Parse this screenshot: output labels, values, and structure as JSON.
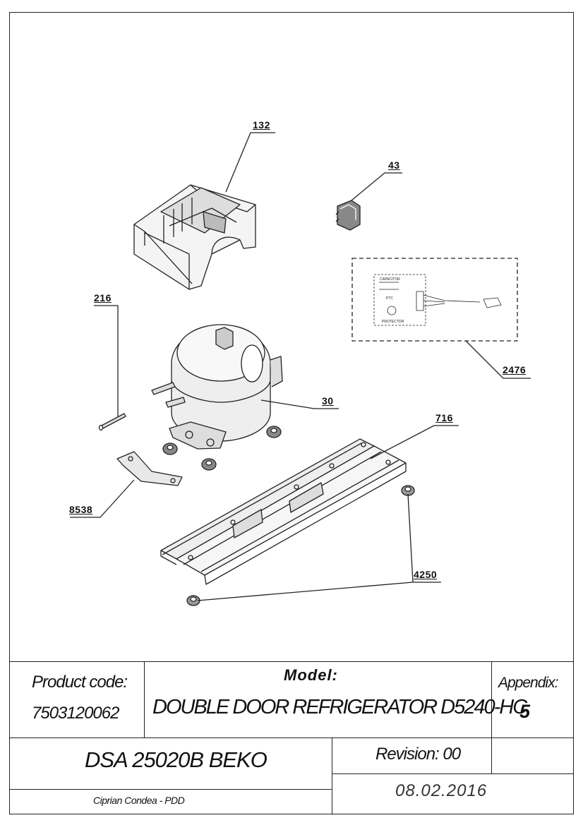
{
  "callouts": {
    "c132": "132",
    "c43": "43",
    "c216": "216",
    "c2476": "2476",
    "c30": "30",
    "c716": "716",
    "c8538": "8538",
    "c4250": "4250"
  },
  "wiring_inset": {
    "capacitor": "CAPACITOR",
    "ptc": "PTC",
    "protector": "PROTECTOR"
  },
  "title_block": {
    "product_code_label": "Product code:",
    "product_code_value": "7503120062",
    "model_label": "Model:",
    "model_value": "DOUBLE DOOR REFRIGERATOR D5240-HC",
    "appendix_label": "Appendix:",
    "appendix_value": "5",
    "drawing_name": "DSA 25020B BEKO",
    "revision": "Revision: 00",
    "author": "Ciprian Condea - PDD",
    "date": "08.02.2016"
  }
}
